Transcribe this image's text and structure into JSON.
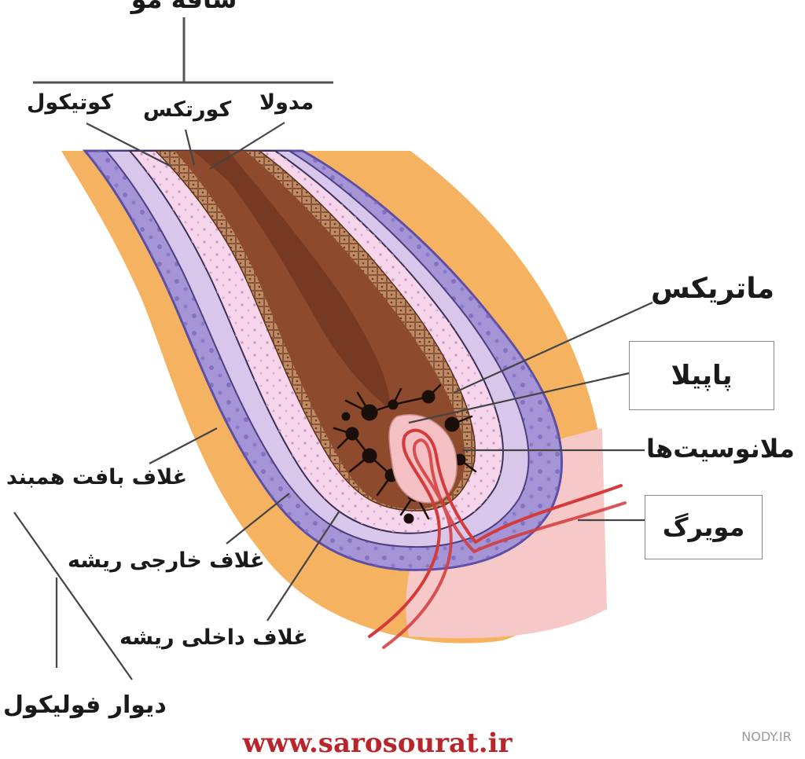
{
  "labels": {
    "hair_shaft": "ساقه مو",
    "cuticle": "کوتیکول",
    "cortex": "کورتکس",
    "medulla": "مدولا",
    "matrix": "ماتریکس",
    "papilla": "پاپیلا",
    "melanocytes": "ملانوسیت‌ها",
    "capillary": "مویرگ",
    "connective_tissue_sheath": "غلاف بافت همبند",
    "outer_root_sheath": "غلاف خارجی ریشه",
    "inner_root_sheath": "غلاف داخلی ریشه",
    "follicle_wall": "دیوار فولیکول"
  },
  "footer": {
    "website": "www.sarosourat.ir",
    "watermark": "NODY.IR"
  },
  "colors": {
    "connective_tissue": "#f5b362",
    "outer_sheath": "#9b8ad0",
    "inner_sheath": "#f7d6ec",
    "hair_bulb": "#8e4a2c",
    "papilla": "#f4c0c4",
    "capillary": "#d43a3a",
    "melanocytes": "#1a0f0a",
    "website_text": "#b8252a"
  }
}
